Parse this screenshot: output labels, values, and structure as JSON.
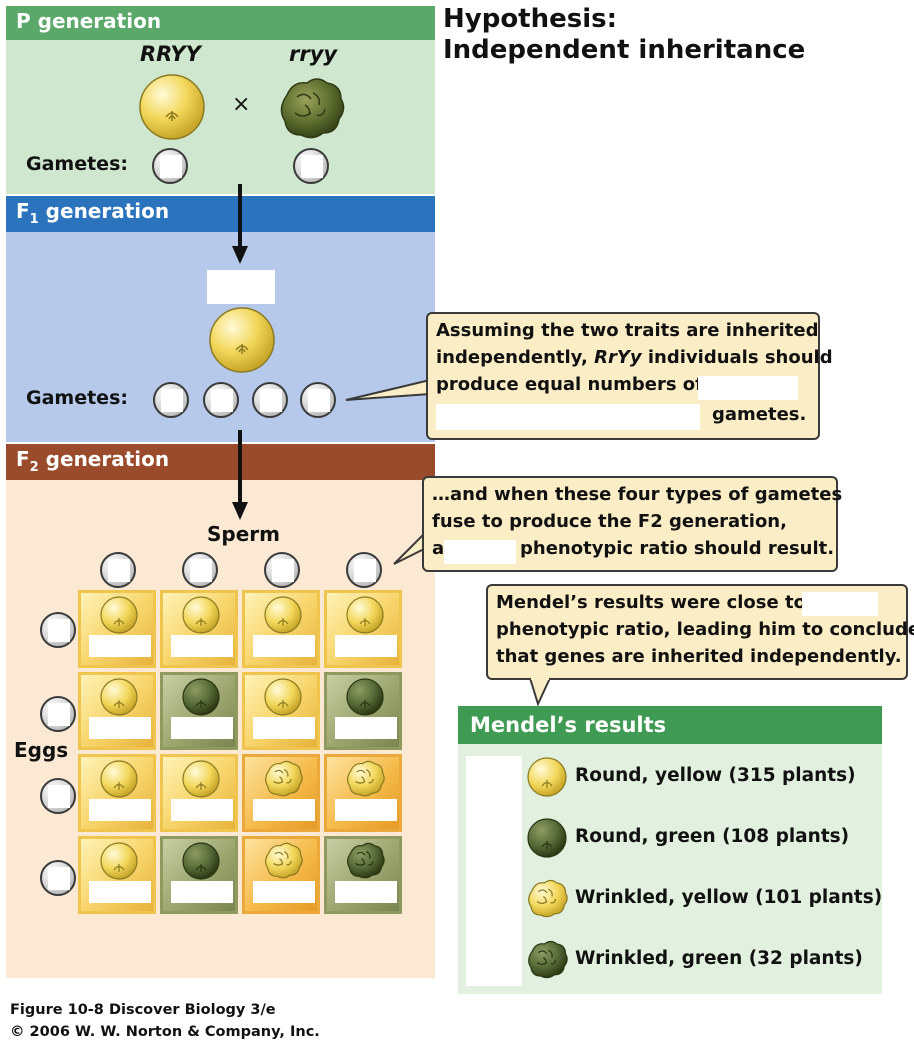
{
  "title": {
    "line1": "Hypothesis:",
    "line2": "Independent inheritance"
  },
  "p_generation": {
    "header": "P generation",
    "parent_left": "RRYY",
    "parent_right": "rryy",
    "cross_symbol": "×",
    "gametes_label": "Gametes:"
  },
  "f1_generation": {
    "header_prefix": "F",
    "header_sub": "1",
    "header_suffix": " generation",
    "gametes_label": "Gametes:"
  },
  "f2_generation": {
    "header_prefix": "F",
    "header_sub": "2",
    "header_suffix": " generation",
    "sperm_label": "Sperm",
    "eggs_label": "Eggs",
    "grid": [
      [
        "round-yellow",
        "round-yellow",
        "round-yellow",
        "round-yellow"
      ],
      [
        "round-yellow",
        "round-green",
        "round-yellow",
        "round-green"
      ],
      [
        "round-yellow",
        "round-yellow",
        "wrinkled-yellow",
        "wrinkled-yellow"
      ],
      [
        "round-yellow",
        "round-green",
        "wrinkled-yellow",
        "wrinkled-green"
      ]
    ]
  },
  "callouts": {
    "independent": {
      "line1": "Assuming the two traits are inherited",
      "line2_pre": "independently, ",
      "line2_italic": "RrYy",
      "line2_post": " individuals should",
      "line3": "produce equal numbers of",
      "line4": "gametes."
    },
    "fuse": {
      "line1": "…and when these four types of gametes",
      "line2_pre": "fuse to produce the F",
      "line2_num": "2",
      "line2_post": " generation,",
      "line3_pre": "a",
      "line3_post": "phenotypic ratio should result."
    },
    "mendel": {
      "line1": "Mendel’s results were close to a",
      "line2": "phenotypic ratio, leading him to conclude",
      "line3": "that genes are inherited independently."
    }
  },
  "results": {
    "header": "Mendel’s results",
    "rows": [
      {
        "label": "Round, yellow (315 plants)",
        "icon": "round-yellow-pea-icon"
      },
      {
        "label": "Round, green (108 plants)",
        "icon": "round-green-pea-icon"
      },
      {
        "label": "Wrinkled, yellow (101 plants)",
        "icon": "wrinkled-yellow-pea-icon"
      },
      {
        "label": "Wrinkled, green (32 plants)",
        "icon": "wrinkled-green-pea-icon"
      }
    ]
  },
  "footer": {
    "line1": "Figure 10-8  Discover Biology 3/e",
    "line2": "© 2006 W. W. Norton & Company, Inc."
  },
  "colors": {
    "p_band": "#cfe6cf",
    "p_header": "#5aa86a",
    "f1_band": "#b6c9ea",
    "f1_header": "#2b74bd",
    "f2_band": "#fbe9d3",
    "f2_header": "#9a4b2c",
    "results_header": "#3f9a53",
    "results_band": "#e2f1df",
    "round_yellow": "#f2d75a",
    "round_green": "#566a38",
    "wrinkled_yellow": "#f3cf5e",
    "wrinkled_green": "#4d5e2c"
  }
}
